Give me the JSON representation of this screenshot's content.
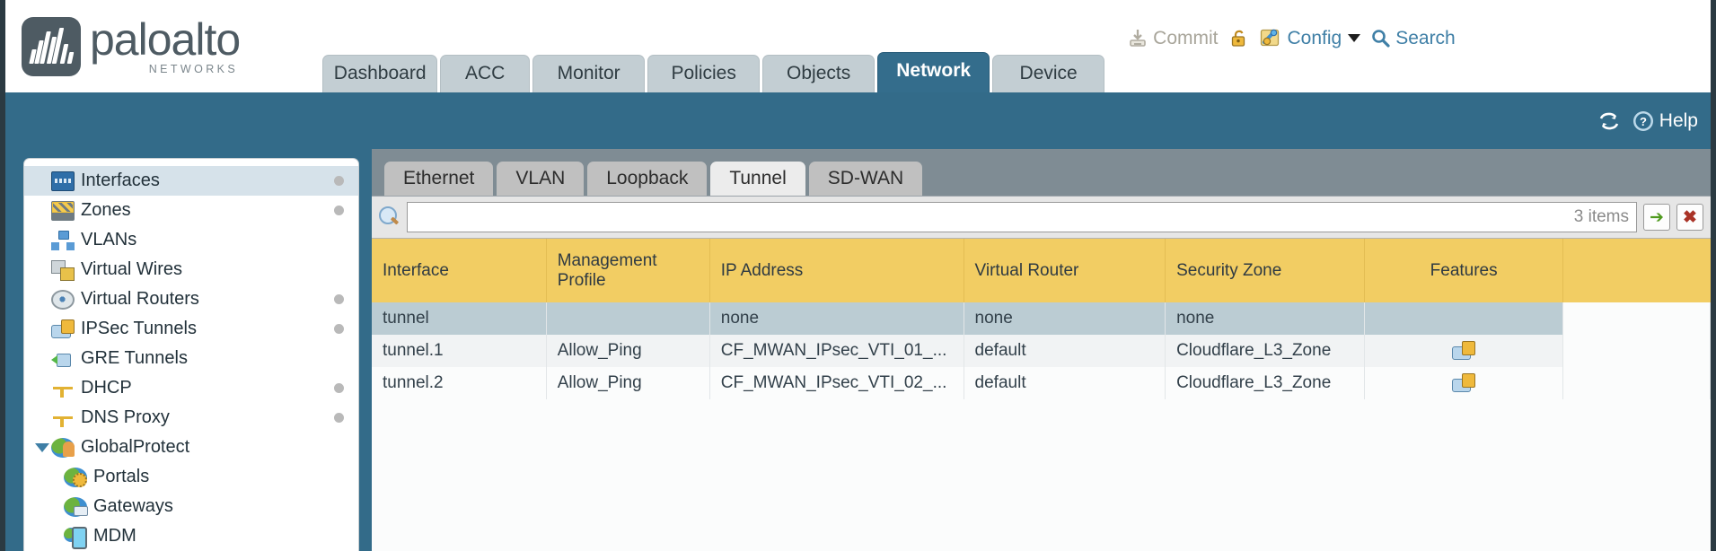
{
  "brand": {
    "name": "paloalto",
    "tagline": "NETWORKS",
    "logo_icon": "paloalto-logo-icon"
  },
  "nav": {
    "tabs": [
      {
        "label": "Dashboard",
        "active": false,
        "width": 128
      },
      {
        "label": "ACC",
        "active": false,
        "width": 100
      },
      {
        "label": "Monitor",
        "active": false,
        "width": 125
      },
      {
        "label": "Policies",
        "active": false,
        "width": 125
      },
      {
        "label": "Objects",
        "active": false,
        "width": 125
      },
      {
        "label": "Network",
        "active": true,
        "width": 125
      },
      {
        "label": "Device",
        "active": false,
        "width": 125
      }
    ]
  },
  "header_actions": {
    "commit": {
      "label": "Commit",
      "icon": "commit-icon",
      "enabled": false
    },
    "lock": {
      "label": "",
      "icon": "padlock-icon"
    },
    "config": {
      "label": "Config",
      "icon": "config-wrench-icon",
      "caret": "chevron-down-icon"
    },
    "search": {
      "label": "Search",
      "icon": "search-icon"
    }
  },
  "bluebar": {
    "refresh": {
      "label": "",
      "icon": "refresh-icon"
    },
    "help": {
      "label": "Help",
      "icon": "help-circle-icon"
    }
  },
  "sidebar": {
    "items": [
      {
        "label": "Interfaces",
        "icon": "interfaces-icon",
        "selected": true,
        "dot": true,
        "child": false,
        "twisty": false
      },
      {
        "label": "Zones",
        "icon": "zones-icon",
        "selected": false,
        "dot": true,
        "child": false,
        "twisty": false
      },
      {
        "label": "VLANs",
        "icon": "vlans-icon",
        "selected": false,
        "dot": false,
        "child": false,
        "twisty": false
      },
      {
        "label": "Virtual Wires",
        "icon": "virtual-wires-icon",
        "selected": false,
        "dot": false,
        "child": false,
        "twisty": false
      },
      {
        "label": "Virtual Routers",
        "icon": "virtual-routers-icon",
        "selected": false,
        "dot": true,
        "child": false,
        "twisty": false
      },
      {
        "label": "IPSec Tunnels",
        "icon": "ipsec-tunnels-icon",
        "selected": false,
        "dot": true,
        "child": false,
        "twisty": false
      },
      {
        "label": "GRE Tunnels",
        "icon": "gre-tunnels-icon",
        "selected": false,
        "dot": false,
        "child": false,
        "twisty": false
      },
      {
        "label": "DHCP",
        "icon": "dhcp-icon",
        "selected": false,
        "dot": true,
        "child": false,
        "twisty": false
      },
      {
        "label": "DNS Proxy",
        "icon": "dns-proxy-icon",
        "selected": false,
        "dot": true,
        "child": false,
        "twisty": false
      },
      {
        "label": "GlobalProtect",
        "icon": "globalprotect-icon",
        "selected": false,
        "dot": false,
        "child": false,
        "twisty": true
      },
      {
        "label": "Portals",
        "icon": "portals-icon",
        "selected": false,
        "dot": false,
        "child": true,
        "twisty": false
      },
      {
        "label": "Gateways",
        "icon": "gateways-icon",
        "selected": false,
        "dot": false,
        "child": true,
        "twisty": false
      },
      {
        "label": "MDM",
        "icon": "mdm-icon",
        "selected": false,
        "dot": false,
        "child": true,
        "twisty": false
      }
    ]
  },
  "subtabs": [
    {
      "label": "Ethernet",
      "active": false
    },
    {
      "label": "VLAN",
      "active": false
    },
    {
      "label": "Loopback",
      "active": false
    },
    {
      "label": "Tunnel",
      "active": true
    },
    {
      "label": "SD-WAN",
      "active": false
    }
  ],
  "search": {
    "value": "",
    "placeholder": "",
    "item_count": "3 items",
    "go_label": "➔",
    "clear_label": "✖",
    "magnifier_icon": "magnifier-icon"
  },
  "table": {
    "columns": [
      "Interface",
      "Management Profile",
      "IP Address",
      "Virtual Router",
      "Security Zone",
      "Features"
    ],
    "rows": [
      {
        "style": "selected",
        "interface": "tunnel",
        "management_profile": "",
        "ip_address": "none",
        "virtual_router": "none",
        "security_zone": "none",
        "features_icon": ""
      },
      {
        "style": "alt",
        "interface": "tunnel.1",
        "management_profile": "Allow_Ping",
        "ip_address": "CF_MWAN_IPsec_VTI_01_...",
        "virtual_router": "default",
        "security_zone": "Cloudflare_L3_Zone",
        "features_icon": "ipsec-tunnel-feature-icon"
      },
      {
        "style": "normal",
        "interface": "tunnel.2",
        "management_profile": "Allow_Ping",
        "ip_address": "CF_MWAN_IPsec_VTI_02_...",
        "virtual_router": "default",
        "security_zone": "Cloudflare_L3_Zone",
        "features_icon": "ipsec-tunnel-feature-icon"
      }
    ]
  },
  "colors": {
    "brand_slate": "#4e5b63",
    "header_blue": "#336b89",
    "active_tab_blue": "#346d8c",
    "table_header_yellow": "#f2cd63",
    "link_blue": "#4a90b8",
    "selected_row": "#bbccd3",
    "panel_gray": "#7f8c94"
  }
}
